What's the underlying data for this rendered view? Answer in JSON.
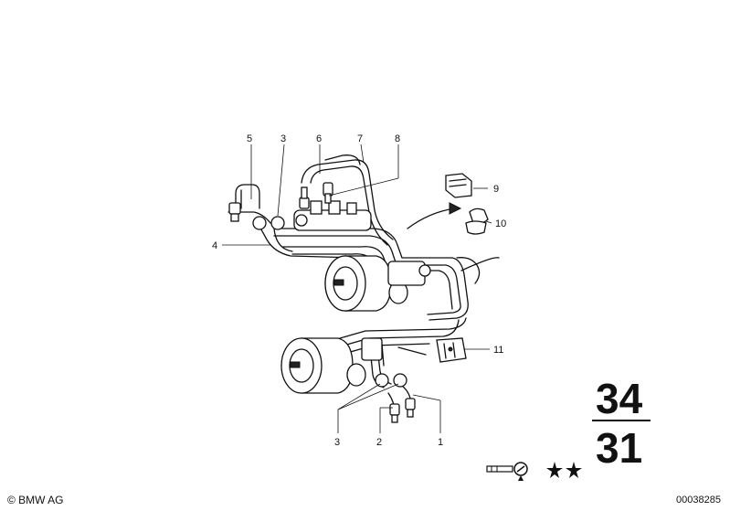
{
  "callouts": [
    {
      "id": "1",
      "label": "1"
    },
    {
      "id": "2",
      "label": "2"
    },
    {
      "id": "3a",
      "label": "3"
    },
    {
      "id": "3b",
      "label": "3"
    },
    {
      "id": "4",
      "label": "4"
    },
    {
      "id": "5",
      "label": "5"
    },
    {
      "id": "6",
      "label": "6"
    },
    {
      "id": "7",
      "label": "7"
    },
    {
      "id": "8",
      "label": "8"
    },
    {
      "id": "9",
      "label": "9"
    },
    {
      "id": "10",
      "label": "10"
    },
    {
      "id": "11",
      "label": "11"
    }
  ],
  "group": {
    "main": "34",
    "sub": "31"
  },
  "footer": {
    "copyright": "© BMW AG",
    "diagram_id": "00038285"
  },
  "colors": {
    "ink": "#111111",
    "background": "#ffffff"
  },
  "icons": {
    "model_symbol": "car-key-icon",
    "stars": "star-icon"
  }
}
